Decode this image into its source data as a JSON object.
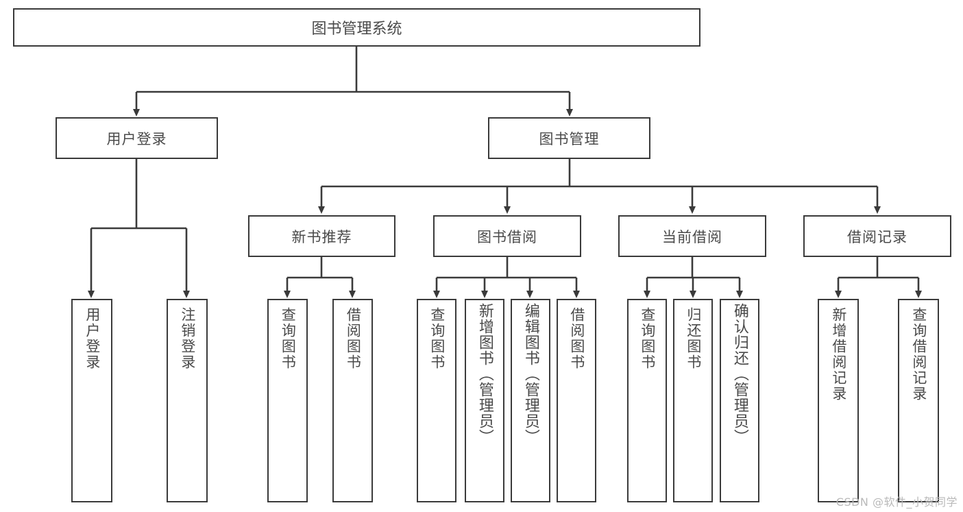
{
  "diagram": {
    "type": "tree",
    "root": {
      "label": "图书管理系统"
    },
    "level2": [
      {
        "label": "用户登录"
      },
      {
        "label": "图书管理"
      }
    ],
    "level3": [
      {
        "label": "新书推荐"
      },
      {
        "label": "图书借阅"
      },
      {
        "label": "当前借阅"
      },
      {
        "label": "借阅记录"
      }
    ],
    "leaves": {
      "user_login": [
        {
          "label": "用户登录"
        },
        {
          "label": "注销登录"
        }
      ],
      "new_book": [
        {
          "label": "查询图书"
        },
        {
          "label": "借阅图书"
        }
      ],
      "book_borrow": [
        {
          "label": "查询图书"
        },
        {
          "label": "新增图书（管理员）"
        },
        {
          "label": "编辑图书（管理员）"
        },
        {
          "label": "借阅图书"
        }
      ],
      "current_borrow": [
        {
          "label": "查询图书"
        },
        {
          "label": "归还图书"
        },
        {
          "label": "确认归还（管理员）"
        }
      ],
      "borrow_record": [
        {
          "label": "新增借阅记录"
        },
        {
          "label": "查询借阅记录"
        }
      ]
    }
  },
  "watermark": {
    "text": "CSDN @软件_小贺同学"
  },
  "colors": {
    "stroke": "#3a3a3a",
    "text": "#4a4a4a",
    "fill": "#ffffff",
    "watermark": "#b9b9b9"
  }
}
